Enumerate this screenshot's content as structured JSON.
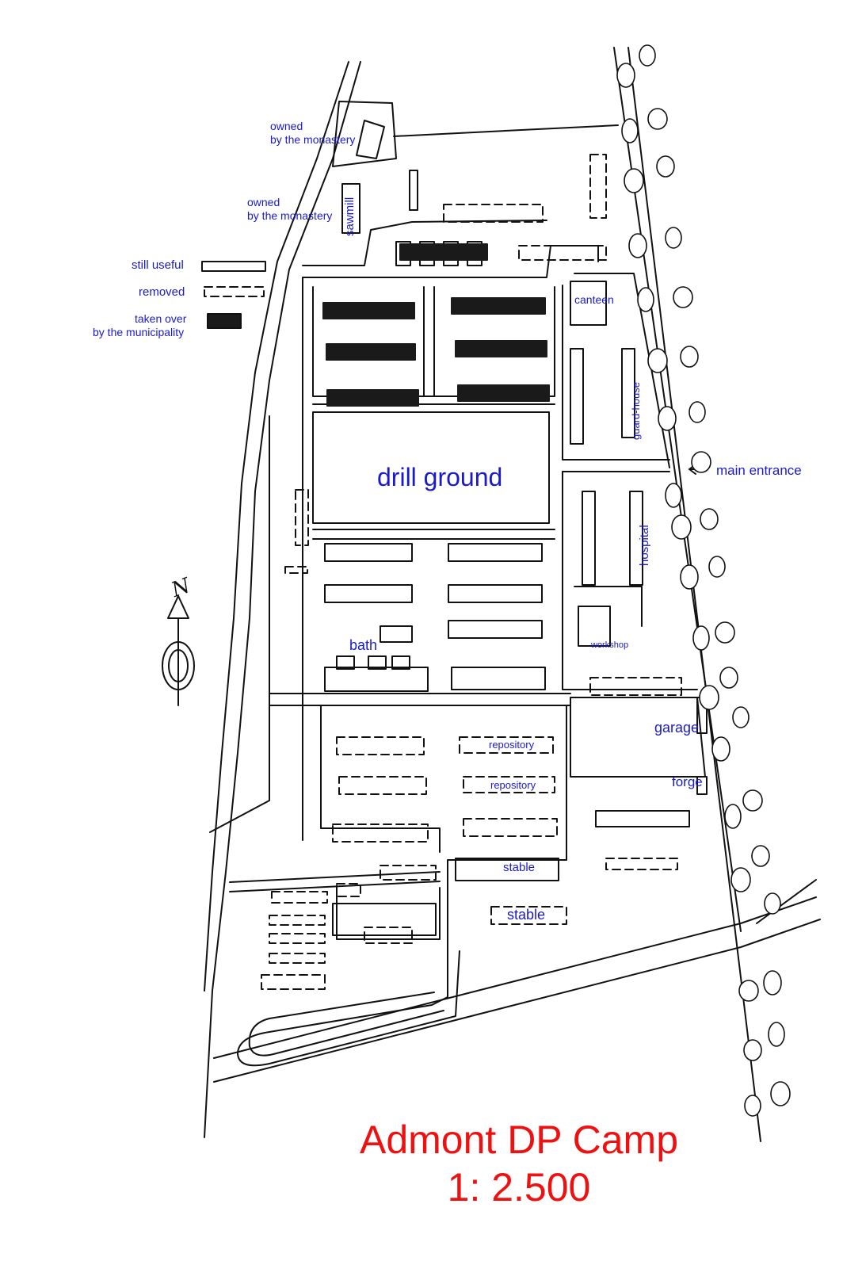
{
  "title": {
    "line1": "Admont DP Camp",
    "line2": "1: 2.500"
  },
  "legend": {
    "still_useful": "still useful",
    "removed": "removed",
    "taken_over_line1": "taken over",
    "taken_over_line2": "by the municipality"
  },
  "labels": {
    "owned1_line1": "owned",
    "owned1_line2": "by the monastery",
    "owned2_line1": "owned",
    "owned2_line2": "by the monastery",
    "sawmill": "sawmill",
    "canteen": "canteen",
    "guard_house": "guard-house",
    "drill_ground": "drill ground",
    "main_entrance": "main entrance",
    "hospital": "hospital",
    "bath": "bath",
    "workshop": "workshop",
    "garage": "garage",
    "repository1": "repository",
    "repository2": "repository",
    "forge": "forge",
    "stable1": "stable",
    "stable2": "stable"
  },
  "north_arrow": "N",
  "colors": {
    "label_blue": "#1a1acc",
    "title_red": "#ee1111",
    "line": "#111111",
    "municipality_fill": "#1a1a1a"
  }
}
